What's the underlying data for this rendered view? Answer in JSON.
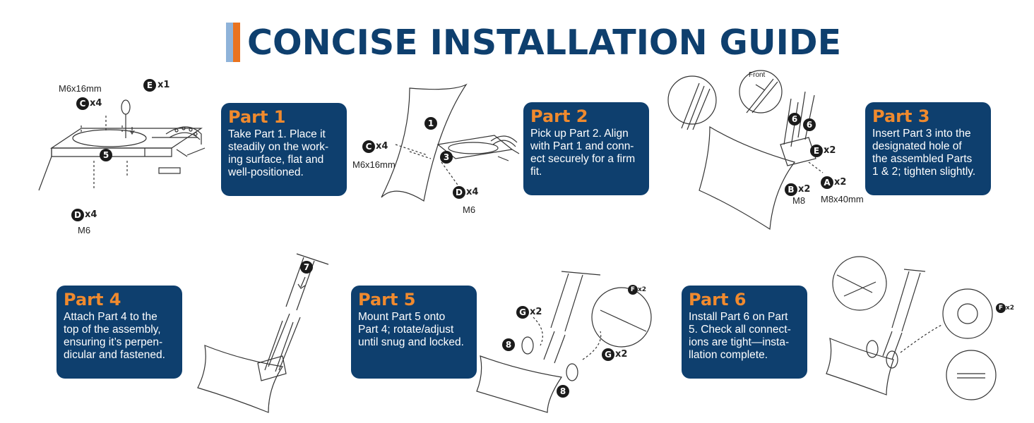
{
  "header": {
    "title": "CONCISE INSTALLATION GUIDE"
  },
  "steps": [
    {
      "title": "Part 1",
      "description": "Take Part 1. Place it\nsteadily on the work-\ning surface, flat and\nwell-positioned."
    },
    {
      "title": "Part 2",
      "description": "Pick up Part 2. Align\nwith Part 1 and conn-\nect securely for a firm\nfit."
    },
    {
      "title": "Part 3",
      "description": "Insert Part 3 into the\ndesignated hole of\nthe assembled Parts\n1 & 2; tighten slightly."
    },
    {
      "title": "Part 4",
      "description": "Attach Part 4 to the\ntop of the assembly,\nensuring it’s perpen-\ndicular and fastened."
    },
    {
      "title": "Part 5",
      "description": "Mount Part 5 onto\nPart 4; rotate/adjust\nuntil snug and locked."
    },
    {
      "title": "Part 6",
      "description": "Install Part 6 on Part\n5. Check all connect-\nions are tight—insta-\nllation complete."
    }
  ],
  "diagram_labels": {
    "m6x16": "M6x16mm",
    "m6": "M6",
    "m8": "M8",
    "m8x40": "M8x40mm",
    "front": "Front",
    "x1": "x1",
    "x2": "x2",
    "x4": "x4",
    "part_a": "A",
    "part_b": "B",
    "part_c": "C",
    "part_d": "D",
    "part_e": "E",
    "part_f": "F",
    "part_g": "G",
    "num_1": "1",
    "num_3": "3",
    "num_5": "5",
    "num_6": "6",
    "num_7": "7",
    "num_8": "8"
  },
  "colors": {
    "card_bg": "#0e3f6e",
    "accent": "#f08a2e",
    "title": "#0e3f6e"
  }
}
